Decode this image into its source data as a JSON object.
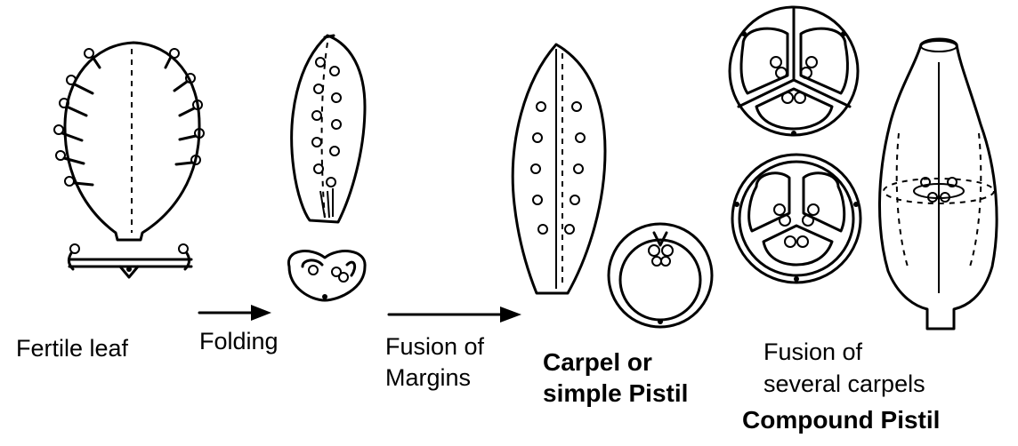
{
  "labels": {
    "fertile_leaf": "Fertile leaf",
    "folding": "Folding",
    "fusion_margins_1": "Fusion of",
    "fusion_margins_2": "Margins",
    "carpel_1": "Carpel or",
    "carpel_2": "simple Pistil",
    "fusion_carpels_1": "Fusion of",
    "fusion_carpels_2": "several carpels",
    "compound": "Compound Pistil"
  },
  "colors": {
    "ink": "#000000",
    "background": "#ffffff"
  }
}
